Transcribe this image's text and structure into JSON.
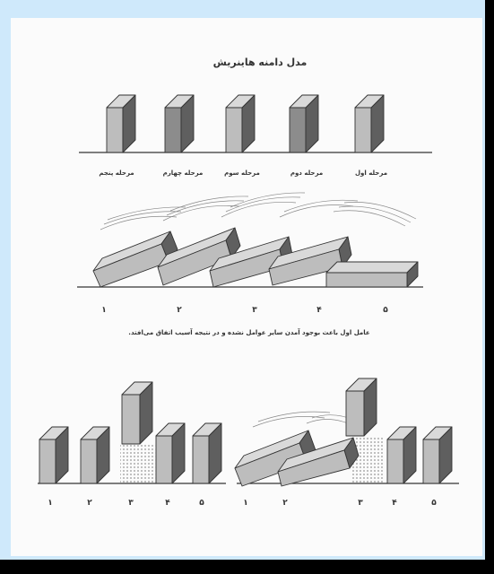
{
  "title": "مدل دامنه هاینریش",
  "stages": [
    "مرحله اول",
    "مرحله دوم",
    "مرحله سوم",
    "مرحله چهارم",
    "مرحله پنجم"
  ],
  "falling_numbers": [
    "۵",
    "۴",
    "۳",
    "۲",
    "۱"
  ],
  "caption": "عامل اول باعث بوجود آمدن سایر عوامل نشده و در نتیجه آسیب اتفاق می‌افتد.",
  "left_group_numbers": [
    "۱",
    "۲",
    "۳",
    "۴",
    "۵"
  ],
  "right_group_numbers": [
    "۱",
    "۲",
    "۳",
    "۴",
    "۵"
  ],
  "colors": {
    "page_background": "#cfe9fb",
    "paper": "#fbfbfb",
    "block_front_light": "#bdbdbd",
    "block_front_dark": "#8c8c8c",
    "block_side": "#5f5f5f",
    "block_top": "#d9d9d9",
    "outline": "#333333"
  }
}
